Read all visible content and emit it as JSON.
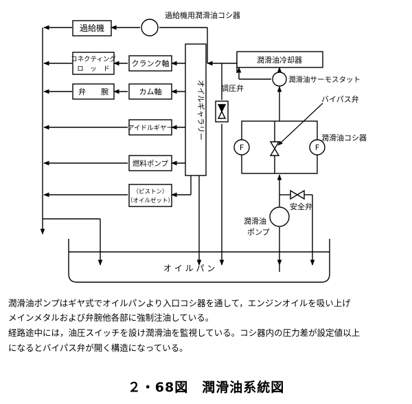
{
  "labels": {
    "filter_turbo": "過給機用潤滑油コシ器",
    "turbocharger": "過給機",
    "conrod_line1": "コネクティング",
    "conrod_line2": "ロ　ッ　ド",
    "crankshaft": "クランク軸",
    "valve_arm": "弁　　腕",
    "camshaft": "カム軸",
    "oil_gallery": "オイルギャラリー",
    "idle_gear": "アイドルギヤー",
    "fuel_pump": "燃料ポンプ",
    "piston_line1": "（ピストン）",
    "piston_line2": "（オイルゼット）",
    "oil_cooler": "潤滑油冷却器",
    "thermostat": "潤滑油サーモスタット",
    "pressure_valve": "調圧弁",
    "bypass_valve": "バイパス弁",
    "oil_filter": "潤滑油コシ器",
    "f_left": "F",
    "f_right": "F",
    "safety_valve": "安全弁",
    "oil_pump_line1": "潤滑油",
    "oil_pump_line2": "ポンプ",
    "oil_pan": "オ イ ル パ ン"
  },
  "caption": [
    "潤滑油ポンプはギヤ式でオイルパンより入口コシ器を通して，エンジンオイルを吸い上げ",
    "メインメタルおよび弁腕他各部に強制注油している。",
    "経路途中には，油圧スイッチを設け潤滑油を監視している。コシ器内の圧力差が設定値以上",
    "になるとバイパス弁が開く構造になっている。"
  ],
  "figure_title": "２・68図　潤滑油系統図"
}
